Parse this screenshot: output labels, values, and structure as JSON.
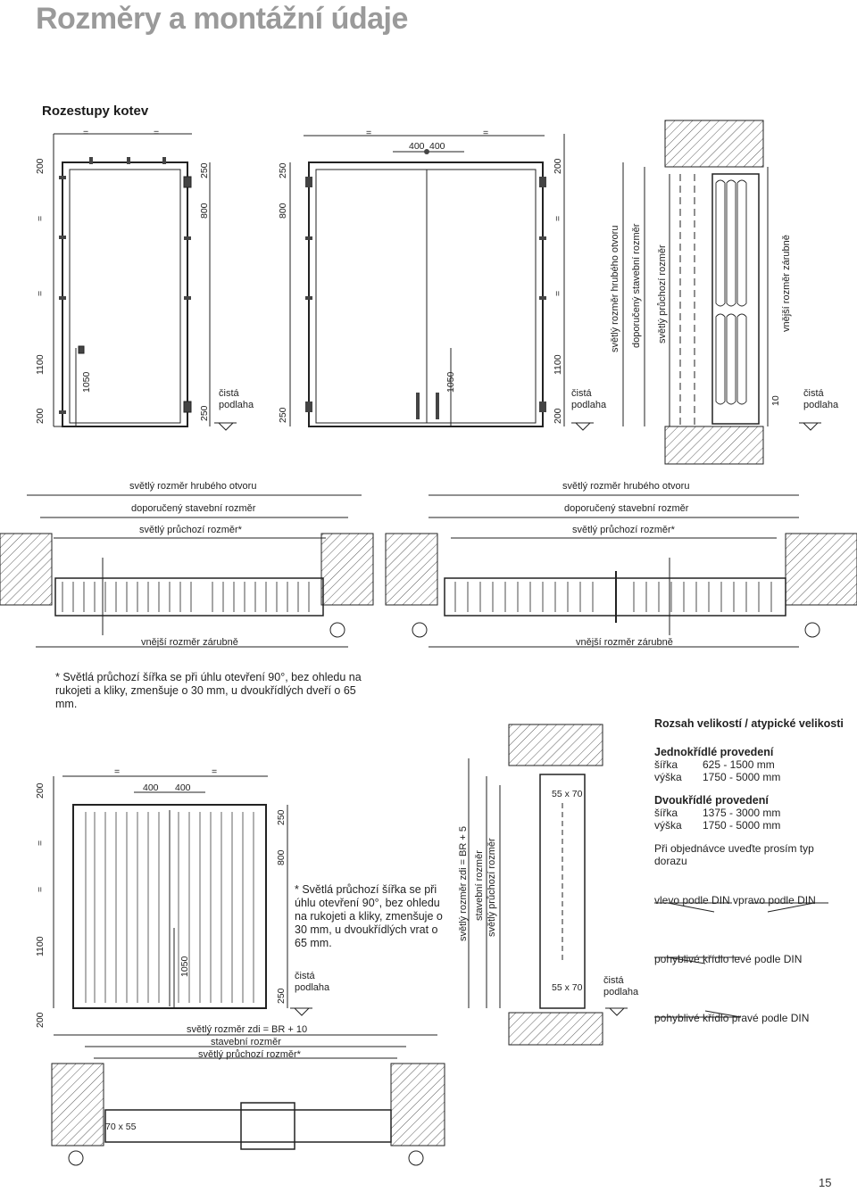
{
  "page": {
    "title": "Rozměry a montážní údaje",
    "section_title": "Rozestupy kotev",
    "page_number": "15"
  },
  "dims": {
    "v200": "200",
    "v1100": "1100",
    "v1050": "1050",
    "v800": "800",
    "v250": "250",
    "v400": "400",
    "v10": "10",
    "eq": "=",
    "s55x70": "55 x 70",
    "s70x55": "70 x 55"
  },
  "labels": {
    "floor_a": "čistá",
    "floor_b": "podlaha",
    "rough_opening": "světlý rozměr hrubého otvoru",
    "recommended": "doporučený stavební rozměr",
    "clear_passage": "světlý průchozí rozměr",
    "clear_passage_star": "světlý průchozí rozměr*",
    "outer_frame": "vnější rozměr zárubně",
    "wall_br10": "světlý rozměr zdi = BR + 10",
    "wall_br5": "světlý rozměr zdi = BR + 5",
    "building": "stavební rozměr"
  },
  "footnote": "* Světlá průchozí šířka se při úhlu otevření 90°, bez ohledu na rukojeti a kliky, zmenšuje o 30 mm, u dvoukřídlých dveří o 65 mm.",
  "footnote2": "* Světlá průchozí šířka se při úhlu otevření 90°, bez ohledu na rukojeti a kliky, zmenšuje o 30 mm, u dvoukřídlých vrat o 65 mm.",
  "sizes": {
    "title": "Rozsah velikostí / atypické velikosti",
    "single_title": "Jednokřídlé provedení",
    "single_w_label": "šířka",
    "single_w": "625 - 1500 mm",
    "single_h_label": "výška",
    "single_h": "1750 - 5000 mm",
    "double_title": "Dvoukřídlé provedení",
    "double_w_label": "šířka",
    "double_w": "1375 - 3000 mm",
    "double_h_label": "výška",
    "double_h": "1750 - 5000 mm",
    "order_note": "Při objednávce uveďte prosím typ dorazu",
    "left_right": "vlevo podle DIN vpravo podle DIN",
    "active_left": "pohyblivé křídlo levé podle DIN",
    "active_right": "pohyblivé křídlo pravé podle DIN"
  }
}
